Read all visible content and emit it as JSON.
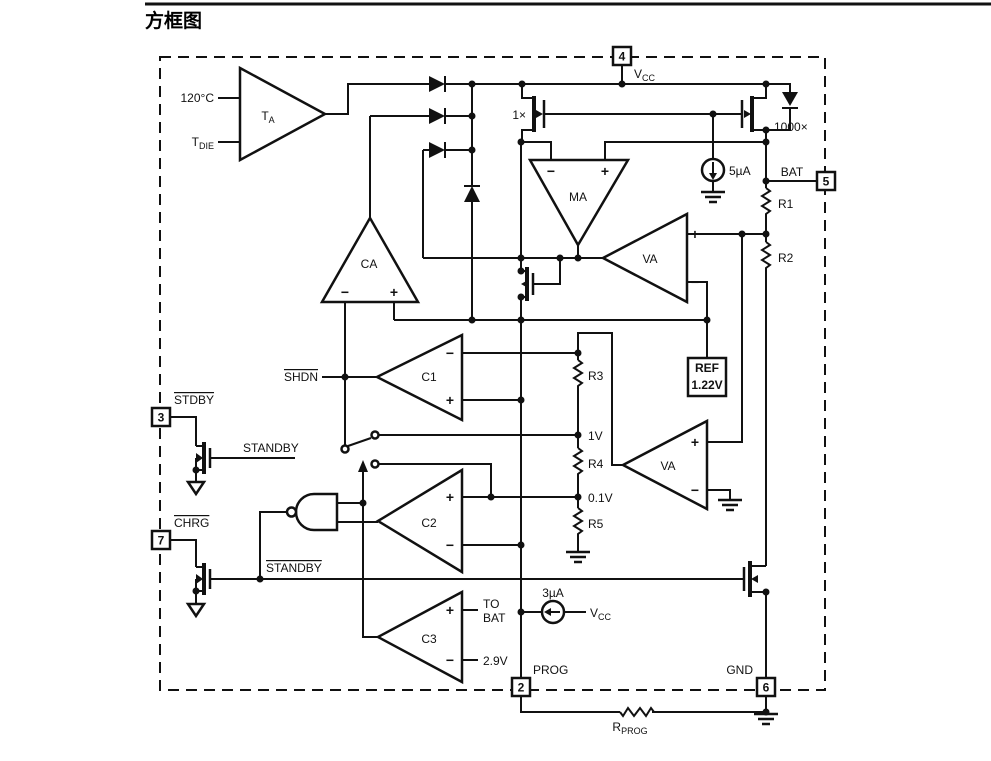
{
  "title": "方框图",
  "pins": {
    "vcc": {
      "number": "4",
      "label_main": "V",
      "label_sub": "CC"
    },
    "bat": {
      "number": "5",
      "label": "BAT"
    },
    "stdby": {
      "number": "3",
      "label": "STDBY"
    },
    "chrg": {
      "number": "7",
      "label": "CHRG"
    },
    "prog": {
      "number": "2",
      "label": "PROG"
    },
    "gnd": {
      "number": "6",
      "label": "GND"
    }
  },
  "amplifiers": {
    "ta_main": "T",
    "ta_sub": "A",
    "ma": "MA",
    "ca": "CA",
    "va1": "VA",
    "va2": "VA",
    "c1": "C1",
    "c2": "C2",
    "c3": "C3"
  },
  "inputs": {
    "temp": "120°C",
    "tdie_main": "T",
    "tdie_sub": "DIE"
  },
  "mosfets": {
    "m1": "1×",
    "m2": "1000×"
  },
  "sources": {
    "i1": "5µA",
    "i2": "3µA",
    "i2_rail_main": "V",
    "i2_rail_sub": "CC"
  },
  "resistors": {
    "r1": "R1",
    "r2": "R2",
    "r3": "R3",
    "r4": "R4",
    "r5": "R5",
    "rprog_main": "R",
    "rprog_sub": "PROG"
  },
  "taps": {
    "v1": "1V",
    "v01": "0.1V"
  },
  "ref": {
    "line1": "REF",
    "line2": "1.22V"
  },
  "signals": {
    "shdn": "SHDN",
    "standby_gate": "STANDBY",
    "standby_bar": "STANDBY"
  },
  "comparator_refs": {
    "to": "TO",
    "bat": "BAT",
    "v29": "2.9V"
  },
  "signs": {
    "plus": "+",
    "minus": "−"
  },
  "colors": {
    "ink": "#111111",
    "background": "#ffffff"
  }
}
